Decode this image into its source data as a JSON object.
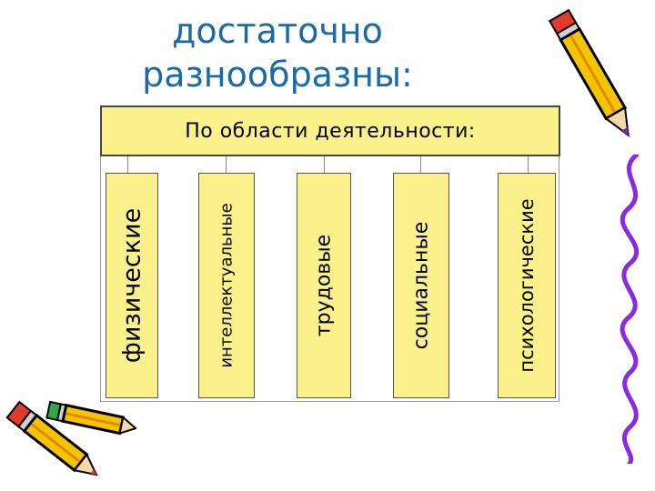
{
  "title": {
    "line1": "достаточно",
    "line2": "разнообразны:"
  },
  "diagram": {
    "header": "По области деятельности:",
    "columns": [
      {
        "label": "физические"
      },
      {
        "label": "интеллектуальные"
      },
      {
        "label": "трудовые"
      },
      {
        "label": "социальные"
      },
      {
        "label": "психологические"
      }
    ]
  },
  "colors": {
    "title": "#1a6aa8",
    "box_fill": "#fbf18a",
    "pencil_body": "#f5c400",
    "wavy_line": "#8a2be2"
  },
  "decorations": [
    "pencil-icon",
    "pencil-icon",
    "pencil-icon",
    "wavy-line"
  ]
}
